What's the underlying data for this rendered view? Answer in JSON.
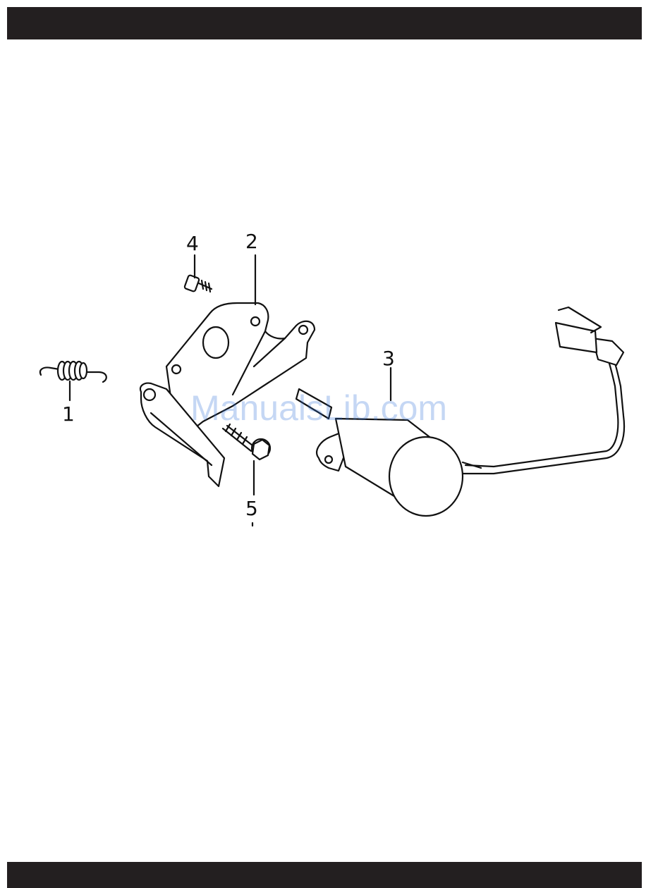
{
  "header_band": {
    "color": "#231f20"
  },
  "footer_band": {
    "color": "#231f20"
  },
  "callouts": [
    {
      "id": "1",
      "label": "1",
      "part": "spring"
    },
    {
      "id": "2",
      "label": "2",
      "part": "bracket"
    },
    {
      "id": "3",
      "label": "3",
      "part": "solenoid"
    },
    {
      "id": "4",
      "label": "4",
      "part": "small-screw"
    },
    {
      "id": "5",
      "label": "5",
      "part": "flange-bolt"
    }
  ],
  "watermark": {
    "text": "ManualsLib.com",
    "color": "#2e6fd6"
  }
}
